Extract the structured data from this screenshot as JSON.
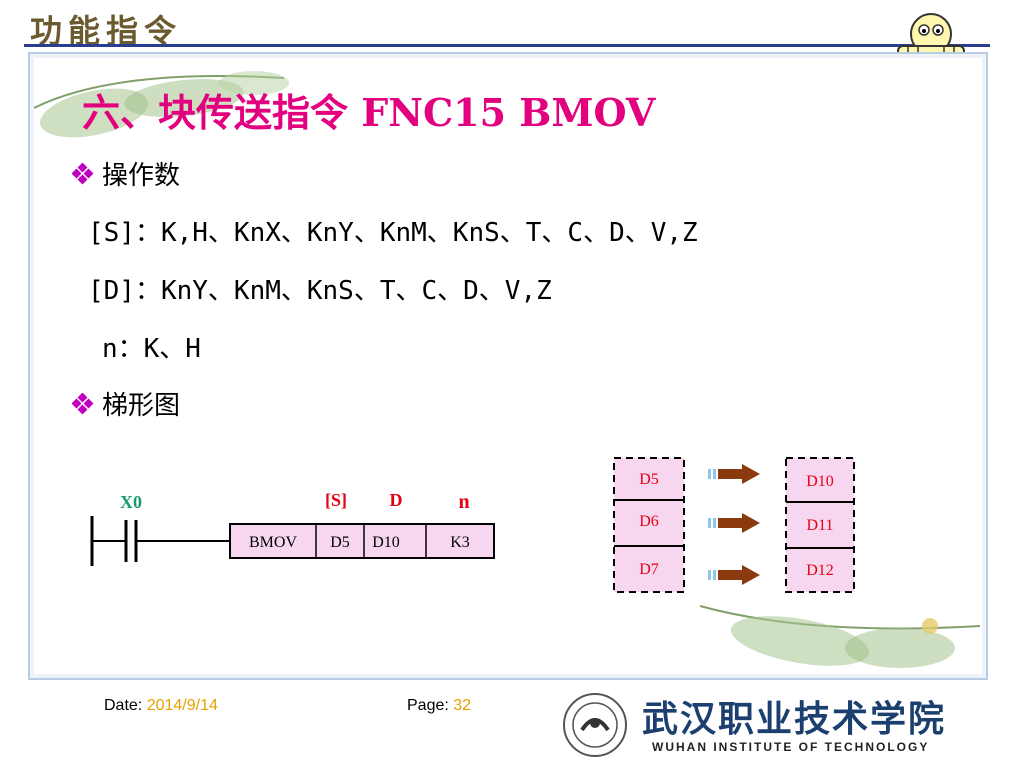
{
  "header": {
    "title": "功能指令"
  },
  "slide": {
    "title": "六、块传送指令 FNC15   BMOV"
  },
  "sections": {
    "operands_heading": "操作数",
    "ladder_heading": "梯形图"
  },
  "operands": {
    "s_line": "[S]：K,H、KnX、KnY、KnM、KnS、T、C、D、V,Z",
    "d_line": "[D]：KnY、KnM、KnS、T、C、D、V,Z",
    "n_line": "n：K、H"
  },
  "ladder": {
    "contact_label": "X0",
    "arg_s_label": "[S]",
    "arg_d_label": "D",
    "arg_n_label": "n",
    "cells": [
      "BMOV",
      "D5",
      "D10",
      "K3"
    ]
  },
  "transfer": {
    "source": [
      "D5",
      "D6",
      "D7"
    ],
    "dest": [
      "D10",
      "D11",
      "D12"
    ]
  },
  "footer": {
    "date_label": "Date:",
    "date_value": "2014/9/14",
    "page_label": "Page:",
    "page_value": "32"
  },
  "logo": {
    "cn_name": "武汉职业技术学院",
    "en_name": "WUHAN INSTITUTE OF TECHNOLOGY"
  },
  "colors": {
    "title": "#e3007f",
    "label_red": "#e60012",
    "label_green": "#1a9a6c",
    "cell_fill": "#f7d7ef",
    "arrow": "#8b3a10",
    "accent": "#e6a100",
    "header_line": "#2a3d8f"
  },
  "icons": [
    "diamond-bullet-icon",
    "mascot-icon",
    "leaf-decoration",
    "school-emblem-icon"
  ]
}
